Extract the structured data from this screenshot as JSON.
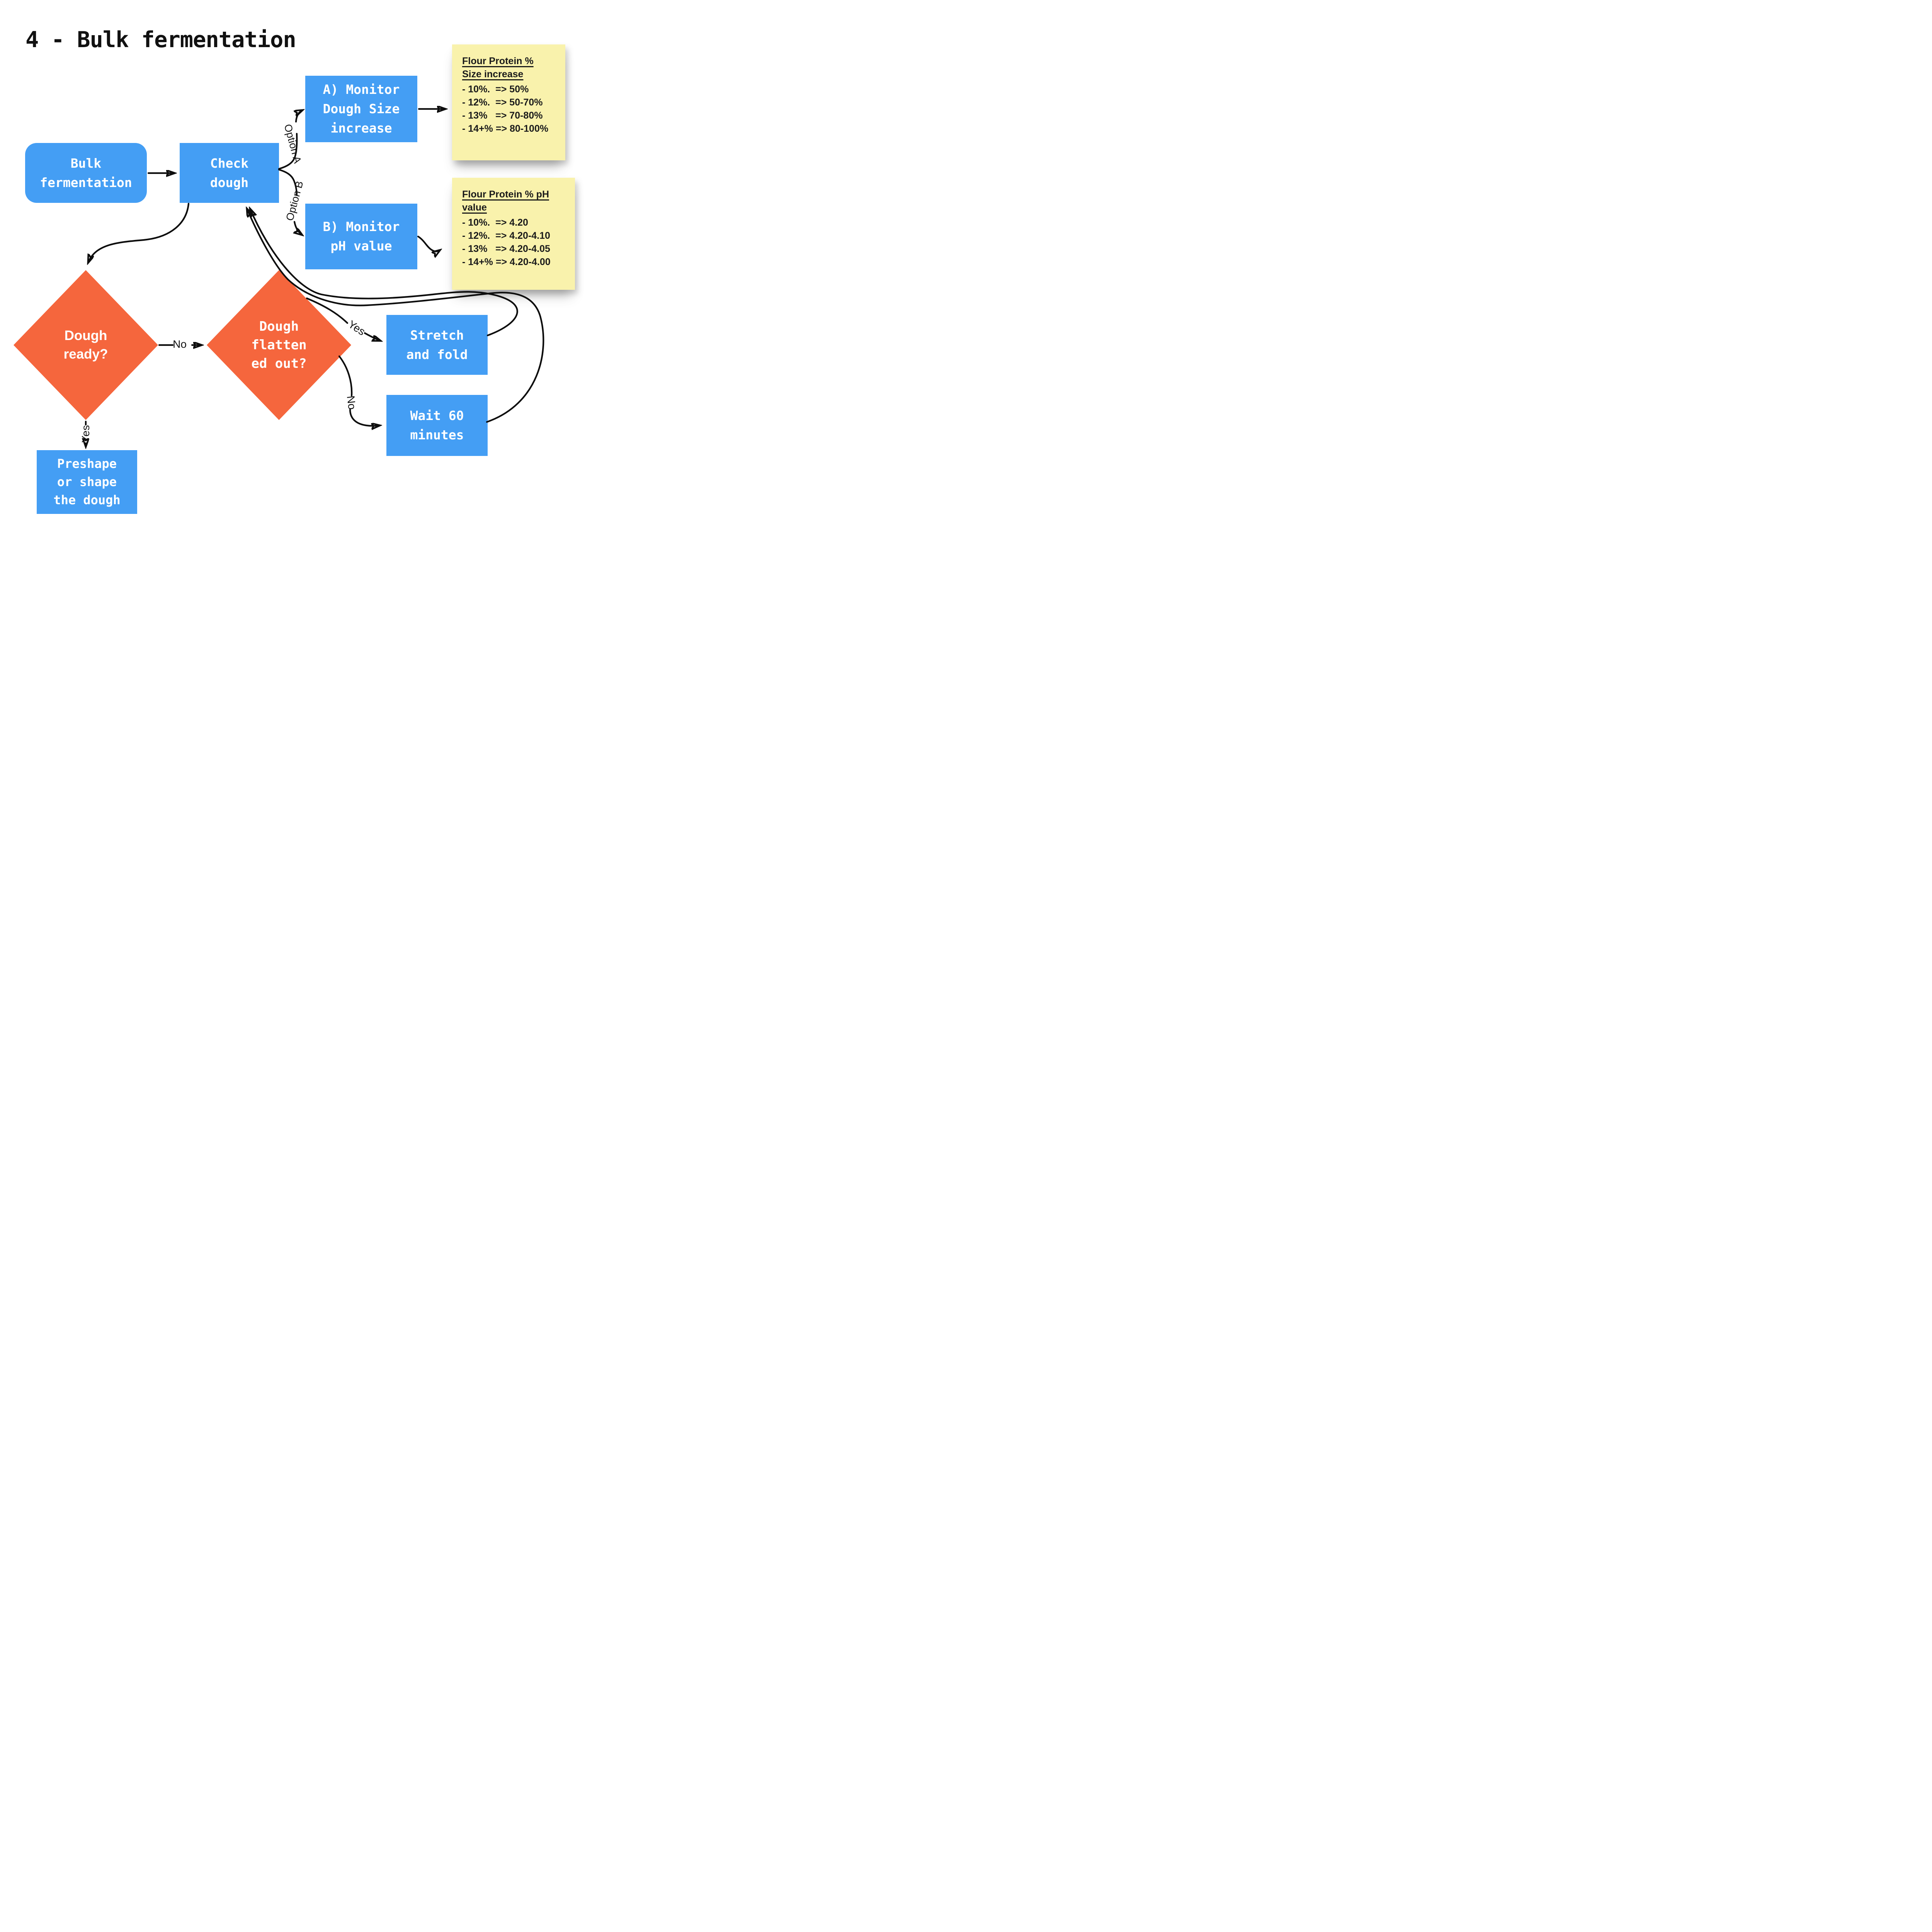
{
  "title": "4 - Bulk fermentation",
  "colors": {
    "node_blue": "#449EF4",
    "decision_orange": "#F5663D",
    "note_yellow": "#F9F2AC",
    "connector_black": "#0d0d0d",
    "background": "#ffffff"
  },
  "nodes": {
    "bulk": {
      "label": "Bulk\nfermentation"
    },
    "check": {
      "label": "Check\ndough"
    },
    "monitor_size": {
      "label": "A) Monitor\nDough Size\nincrease"
    },
    "monitor_ph": {
      "label": "B) Monitor\npH value"
    },
    "dough_ready": {
      "label": "Dough\nready?"
    },
    "dough_flattened": {
      "label": "Dough\nflatten\ned out?"
    },
    "stretch_fold": {
      "label": "Stretch\nand fold"
    },
    "wait_60": {
      "label": "Wait 60\nminutes"
    },
    "preshape": {
      "label": "Preshape\nor shape\nthe dough"
    }
  },
  "edges": {
    "option_a": "Option A",
    "option_b": "Option B",
    "no_between_diamonds": "No",
    "yes_to_preshape": "Yes",
    "yes_to_stretch": "Yes",
    "no_to_wait": "No"
  },
  "notes": {
    "size_increase": {
      "heading": "Flour Protein %\nSize increase",
      "rows": [
        "- 10%.  => 50%",
        "- 12%.  => 50-70%",
        "- 13%   => 70-80%",
        "- 14+% => 80-100%"
      ]
    },
    "ph_value": {
      "heading": "Flour Protein % pH\nvalue",
      "rows": [
        "- 10%.  => 4.20",
        "- 12%.  => 4.20-4.10",
        "- 13%   => 4.20-4.05",
        "- 14+% => 4.20-4.00"
      ]
    }
  }
}
